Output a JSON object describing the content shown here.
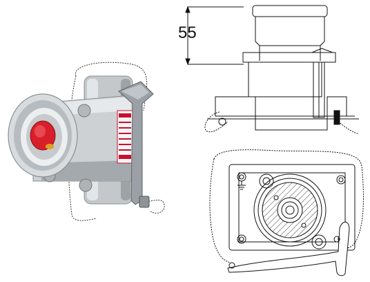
{
  "dimension": {
    "label": "55"
  },
  "colors": {
    "body_metal": "#c9cdd0",
    "body_shadow": "#8f9498",
    "button_red": "#d8202a",
    "label_red": "#c8102e",
    "line": "#111111"
  },
  "icons": {
    "photo": "push-button-station-photo",
    "side_view": "side-elevation-drawing",
    "top_view": "top-plan-drawing"
  }
}
